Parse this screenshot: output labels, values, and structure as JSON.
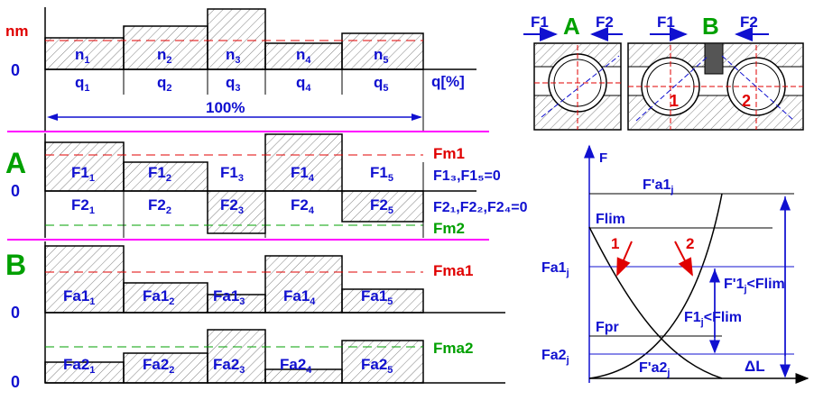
{
  "colors": {
    "blue": "#1010d0",
    "red": "#e00000",
    "green": "#00a000",
    "magenta": "#ff00ff",
    "hatch": "#808080"
  },
  "top": {
    "y_label": "nm",
    "zero": "0",
    "n_labels": [
      "n",
      "n",
      "n",
      "n",
      "n"
    ],
    "q_labels": [
      "q",
      "q",
      "q",
      "q",
      "q"
    ],
    "subs": [
      "1",
      "2",
      "3",
      "4",
      "5"
    ],
    "q_axis": "q[%]",
    "total": "100%"
  },
  "sectionA": {
    "letter": "A",
    "zero": "0",
    "upper_labels": [
      "F1",
      "F1",
      "F1",
      "F1",
      "F1"
    ],
    "lower_labels": [
      "F2",
      "F2",
      "F2",
      "F2",
      "F2"
    ],
    "subs": [
      "1",
      "2",
      "3",
      "4",
      "5"
    ],
    "fm1": "Fm1",
    "fm2": "Fm2",
    "note1": "F1₃,F1₅=0",
    "note2": "F2₁,F2₂,F2₄=0"
  },
  "sectionB": {
    "letter": "B",
    "zero1": "0",
    "zero2": "0",
    "upper_labels": [
      "Fa1",
      "Fa1",
      "Fa1",
      "Fa1",
      "Fa1"
    ],
    "lower_labels": [
      "Fa2",
      "Fa2",
      "Fa2",
      "Fa2",
      "Fa2"
    ],
    "subs": [
      "1",
      "2",
      "3",
      "4",
      "5"
    ],
    "fma1": "Fma1",
    "fma2": "Fma2"
  },
  "bearings": {
    "A": {
      "letter": "A",
      "f1": "F1",
      "f2": "F2"
    },
    "B": {
      "letter": "B",
      "f1": "F1",
      "f2": "F2",
      "ball1": "1",
      "ball2": "2"
    }
  },
  "graph": {
    "f_axis": "F",
    "dl_axis": "ΔL",
    "fa1_top": "F'a1",
    "j": "j",
    "flim": "Flim",
    "arrow1": "1",
    "arrow2": "2",
    "fa1j": "Fa1",
    "f1_lt": "F'1",
    "f1_lt_rest": "<Flim",
    "f1j": "F1",
    "f1j_rest": "<Flim",
    "fpr": "Fpr",
    "fa2j": "Fa2",
    "fa2_bottom": "F'a2"
  }
}
